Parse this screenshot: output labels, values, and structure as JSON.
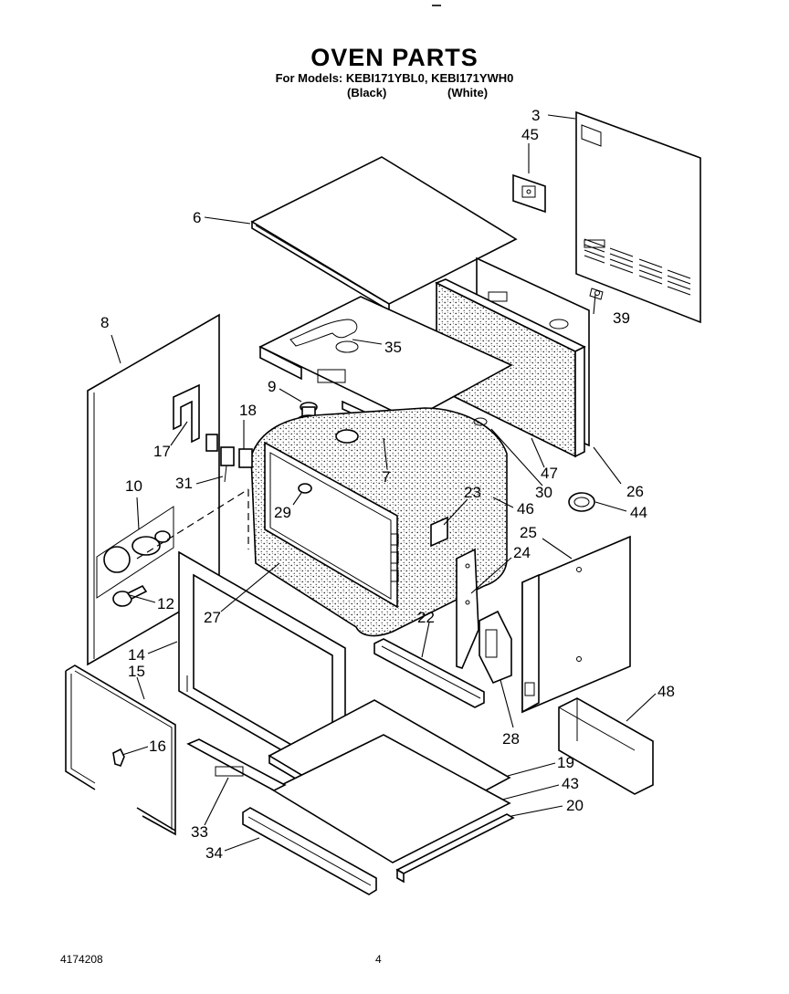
{
  "header": {
    "title": "OVEN PARTS",
    "models_line": "For Models: KEBI171YBL0, KEBI171YWH0",
    "variant_black": "(Black)",
    "variant_white": "(White)"
  },
  "footer": {
    "doc_number": "4174208",
    "page_number": "4"
  },
  "callouts": {
    "p3": "3",
    "p45": "45",
    "p6": "6",
    "p39": "39",
    "p35": "35",
    "p8": "8",
    "p9": "9",
    "p18": "18",
    "p17": "17",
    "p31": "31",
    "p7": "7",
    "p47": "47",
    "p30": "30",
    "p26": "26",
    "p10": "10",
    "p29": "29",
    "p23": "23",
    "p46": "46",
    "p44": "44",
    "p25": "25",
    "p24": "24",
    "p12": "12",
    "p27": "27",
    "p22": "22",
    "p14": "14",
    "p15": "15",
    "p28": "28",
    "p48": "48",
    "p16": "16",
    "p19": "19",
    "p43": "43",
    "p20": "20",
    "p33": "33",
    "p34": "34"
  }
}
